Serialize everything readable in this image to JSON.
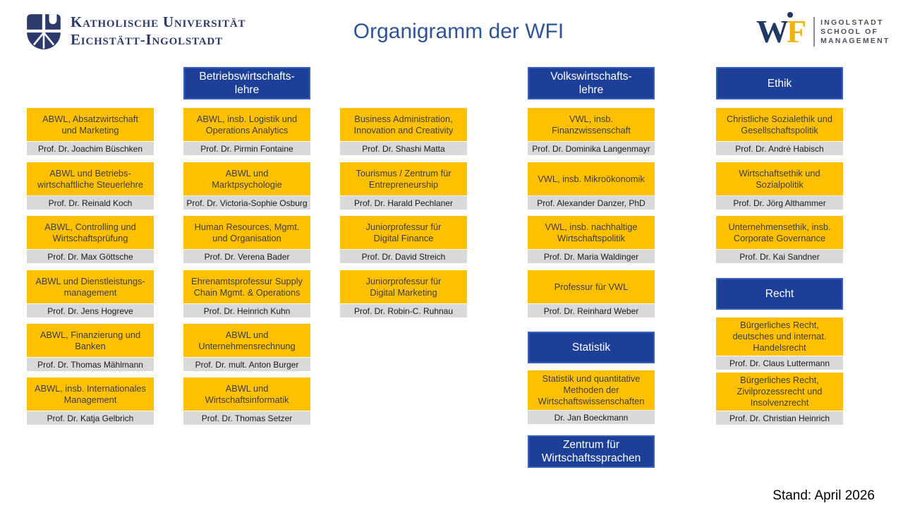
{
  "header": {
    "title": "Organigramm der WFI",
    "ku": {
      "line1": "Katholische Universität",
      "line2": "Eichstätt-Ingolstadt"
    },
    "wfi": {
      "w": "W",
      "f": "F",
      "line1": "INGOLSTADT",
      "line2": "SCHOOL OF",
      "line3": "MANAGEMENT"
    }
  },
  "footer": {
    "stand": "Stand: April 2026"
  },
  "colors": {
    "accent_yellow": "#ffc000",
    "accent_blue": "#1d3f97",
    "name_bar_gray": "#d9d9d9",
    "title_blue": "#2f5597"
  },
  "org": {
    "col1": {
      "items": [
        {
          "title": "ABWL, Absatzwirtschaft\nund Marketing",
          "name": "Prof. Dr. Joachim Büschken"
        },
        {
          "title": "ABWL und Betriebs-\nwirtschaftliche Steuerlehre",
          "name": "Prof. Dr. Reinald Koch"
        },
        {
          "title": "ABWL, Controlling und\nWirtschaftsprüfung",
          "name": "Prof. Dr. Max Göttsche"
        },
        {
          "title": "ABWL und Dienstleistungs-\nmanagement",
          "name": "Prof. Dr. Jens Hogreve"
        },
        {
          "title": "ABWL, Finanzierung und\nBanken",
          "name": "Prof. Dr. Thomas Mählmann"
        },
        {
          "title": "ABWL, insb. Internationales\nManagement",
          "name": "Prof. Dr. Katja Gelbrich"
        }
      ]
    },
    "col2": {
      "header": "Betriebswirtschafts-\nlehre",
      "items": [
        {
          "title": "ABWL, insb. Logistik und\nOperations Analytics",
          "name": "Prof. Dr. Pirmin Fontaine"
        },
        {
          "title": "ABWL und\nMarktpsychologie",
          "name": "Prof. Dr. Victoria-Sophie Osburg"
        },
        {
          "title": "Human Resources, Mgmt.\nund Organisation",
          "name": "Prof. Dr. Verena Bader"
        },
        {
          "title": "Ehrenamtsprofessur Supply\nChain Mgmt. & Operations",
          "name": "Prof. Dr. Heinrich Kuhn"
        },
        {
          "title": "ABWL und\nUnternehmensrechnung",
          "name": "Prof. Dr. mult. Anton Burger"
        },
        {
          "title": "ABWL und\nWirtschaftsinformatik",
          "name": "Prof. Dr. Thomas Setzer"
        }
      ]
    },
    "col3": {
      "items": [
        {
          "title": "Business Administration,\nInnovation and Creativity",
          "name": "Prof. Dr. Shashi Matta"
        },
        {
          "title": "Tourismus / Zentrum für\nEntrepreneurship",
          "name": "Prof. Dr. Harald Pechlaner"
        },
        {
          "title": "Juniorprofessur für\nDigital Finance",
          "name": "Prof. Dr. David Streich"
        },
        {
          "title": "Juniorprofessur für\nDigital Marketing",
          "name": "Prof. Dr. Robin-C. Ruhnau"
        }
      ]
    },
    "col4": {
      "header": "Volkswirtschafts-\nlehre",
      "items": [
        {
          "title": "VWL, insb.\nFinanzwissenschaft",
          "name": "Prof. Dr. Dominika Langenmayr"
        },
        {
          "title": "VWL, insb. Mikroökonomik",
          "name": "Prof. Alexander Danzer, PhD"
        },
        {
          "title": "VWL, insb. nachhaltige\nWirtschaftspolitik",
          "name": "Prof. Dr. Maria Waldinger"
        },
        {
          "title": "Professur für VWL",
          "name": "Prof. Dr. Reinhard Weber"
        }
      ],
      "statistik_header": "Statistik",
      "statistik_item": {
        "title": "Statistik und quantitative\nMethoden der\nWirtschaftswissenschaften",
        "name": "Dr. Jan Boeckmann"
      },
      "zentrum_header": "Zentrum für\nWirtschaftssprachen"
    },
    "col5": {
      "header": "Ethik",
      "items": [
        {
          "title": "Christliche Sozialethik und\nGesellschaftspolitik",
          "name": "Prof. Dr. André Habisch"
        },
        {
          "title": "Wirtschaftsethik und\nSozialpolitik",
          "name": "Prof. Dr. Jörg Althammer"
        },
        {
          "title": "Unternehmensethik, insb.\nCorporate Governance",
          "name": "Prof. Dr. Kai Sandner"
        }
      ],
      "recht_header": "Recht",
      "recht_items": [
        {
          "title": "Bürgerliches Recht,\ndeutsches und internat.\nHandelsrecht",
          "name": "Prof. Dr. Claus Luttermann"
        },
        {
          "title": "Bürgerliches Recht,\nZivilprozessrecht und\nInsolvenzrecht",
          "name": "Prof. Dr. Christian Heinrich"
        }
      ]
    }
  }
}
